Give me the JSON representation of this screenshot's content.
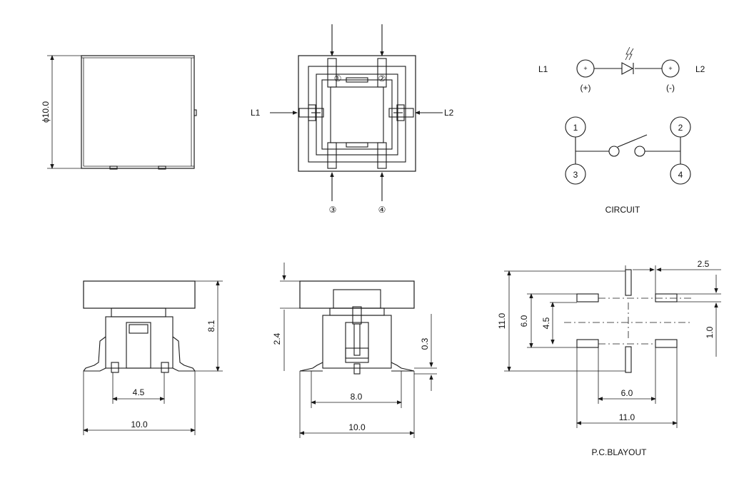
{
  "top_view": {
    "diameter_label": "ϕ10.0"
  },
  "pin_view": {
    "left_label": "L1",
    "right_label": "L2",
    "pin_1": "①",
    "pin_2": "②",
    "pin_3": "③",
    "pin_4": "④"
  },
  "led_schematic": {
    "left_label": "L1",
    "right_label": "L2",
    "plus_symbol": "+",
    "minus_symbol": "+",
    "plus_caption": "(+)",
    "minus_caption": "(-)"
  },
  "switch_schematic": {
    "node_1": "1",
    "node_2": "2",
    "node_3": "3",
    "node_4": "4",
    "caption": "CIRCUIT"
  },
  "front_view": {
    "pin_pitch": "4.5",
    "width": "10.0",
    "height": "8.1"
  },
  "side_view": {
    "cap_height": "2.4",
    "lead_offset": "0.3",
    "body_width": "8.0",
    "overall_width": "10.0"
  },
  "pcb_layout": {
    "pad_width": "2.5",
    "overall_height": "11.0",
    "inner_height": "6.0",
    "pitch_vertical": "4.5",
    "pad_height": "1.0",
    "inner_width": "6.0",
    "overall_width": "11.0",
    "caption": "P.C.BLAYOUT"
  }
}
